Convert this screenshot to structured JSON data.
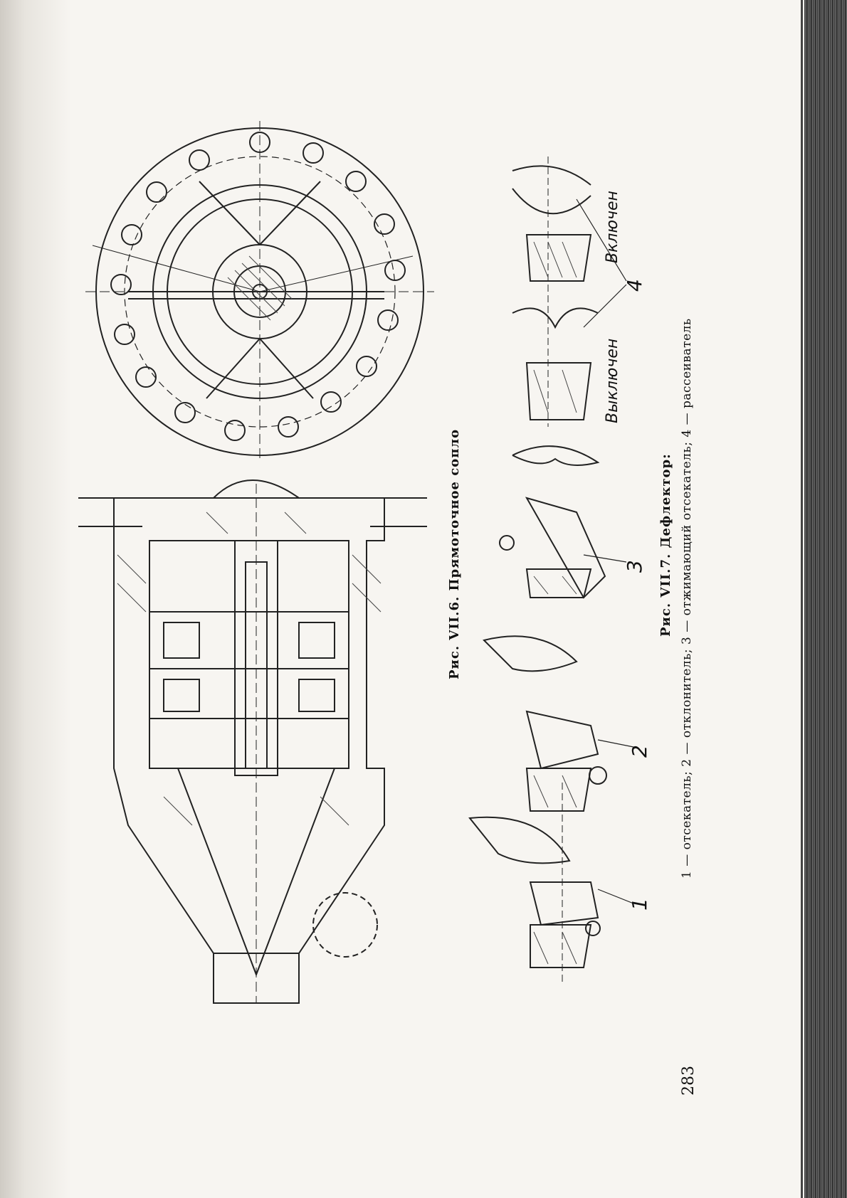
{
  "figures": {
    "fig6": {
      "caption": "Рис. VII.6. Прямоточное сопло"
    },
    "fig7": {
      "caption_title": "Рис. VII.7. Дефлектор:",
      "legend_line1": "1 — отсекатель; 2 — отклонитель; 3 — отжимающий отсекатель; 4 — рассеиватель"
    }
  },
  "labels": {
    "callout_1": "1",
    "callout_2": "2",
    "callout_3": "3",
    "callout_4": "4",
    "state_on": "Включен",
    "state_off": "Выключен"
  },
  "page_number": "283"
}
